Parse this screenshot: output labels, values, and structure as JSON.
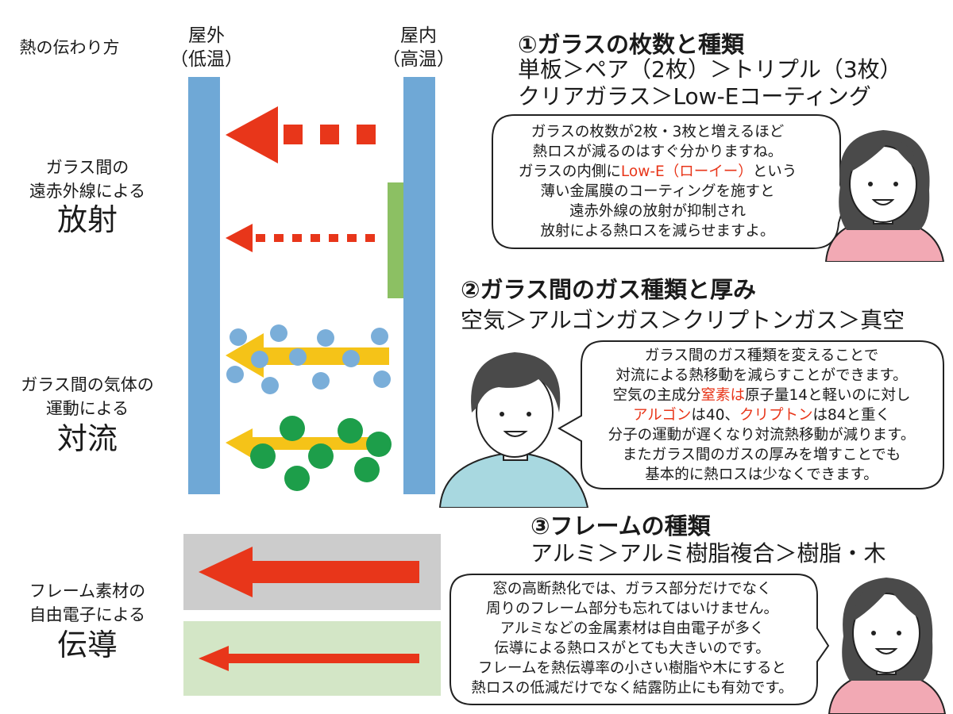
{
  "left": {
    "heat_title": "熱の伝わり方",
    "outside_line1": "屋外",
    "outside_line2": "（低温）",
    "inside_line1": "屋内",
    "inside_line2": "（高温）",
    "radiation_line1": "ガラス間の",
    "radiation_line2": "遠赤外線による",
    "radiation_big": "放射",
    "convection_line1": "ガラス間の気体の",
    "convection_line2": "運動による",
    "convection_big": "対流",
    "conduction_line1": "フレーム素材の",
    "conduction_line2": "自由電子による",
    "conduction_big": "伝導"
  },
  "section1": {
    "title": "①ガラスの枚数と種類",
    "sub1": "単板＞ペア（2枚）＞トリプル（3枚）",
    "sub2": "クリアガラス＞Low-Eコーティング",
    "b1": "ガラスの枚数が2枚・3枚と増えるほど",
    "b2": "熱ロスが減るのはすぐ分かりますね。",
    "b3a": "ガラスの内側に",
    "b3b": "Low-E（ローイー）",
    "b3c": "という",
    "b4": "薄い金属膜のコーティングを施すと",
    "b5": "遠赤外線の放射が抑制され",
    "b6": "放射による熱ロスを減らせますよ。"
  },
  "section2": {
    "title": "②ガラス間のガス種類と厚み",
    "sub1": "空気＞アルゴンガス＞クリプトンガス＞真空",
    "b1": "ガラス間のガス種類を変えることで",
    "b2": "対流による熱移動を減らすことができます。",
    "b3a": "空気の主成分",
    "b3b": "窒素は",
    "b3c": "原子量14と軽いのに対し",
    "b4a": "アルゴン",
    "b4b": "は40、",
    "b4c": "クリプトン",
    "b4d": "は84と重く",
    "b5": "分子の運動が遅くなり対流熱移動が減ります。",
    "b6": "またガラス間のガスの厚みを増すことでも",
    "b7": "基本的に熱ロスは少なくできます。"
  },
  "section3": {
    "title": "③フレームの種類",
    "sub1": "アルミ＞アルミ樹脂複合＞樹脂・木",
    "b1": "窓の高断熱化では、ガラス部分だけでなく",
    "b2": "周りのフレーム部分も忘れてはいけません。",
    "b3": "アルミなどの金属素材は自由電子が多く",
    "b4": "伝導による熱ロスがとても大きいのです。",
    "b5": "フレームを熱伝導率の小さい樹脂や木にすると",
    "b6": "熱ロスの低減だけでなく結露防止にも有効です。"
  },
  "colors": {
    "glass": "#6fa8d6",
    "arrow_red": "#e8361a",
    "arrow_yellow": "#f5c318",
    "molecule_blue": "#7aaed9",
    "molecule_green": "#1d9e4a",
    "lowe_green": "#8cc063",
    "frame_gray": "#cccccc",
    "frame_green": "#d3e6c6",
    "skin_pink": "#f2a9b4",
    "shirt_blue": "#a8d8e0"
  }
}
